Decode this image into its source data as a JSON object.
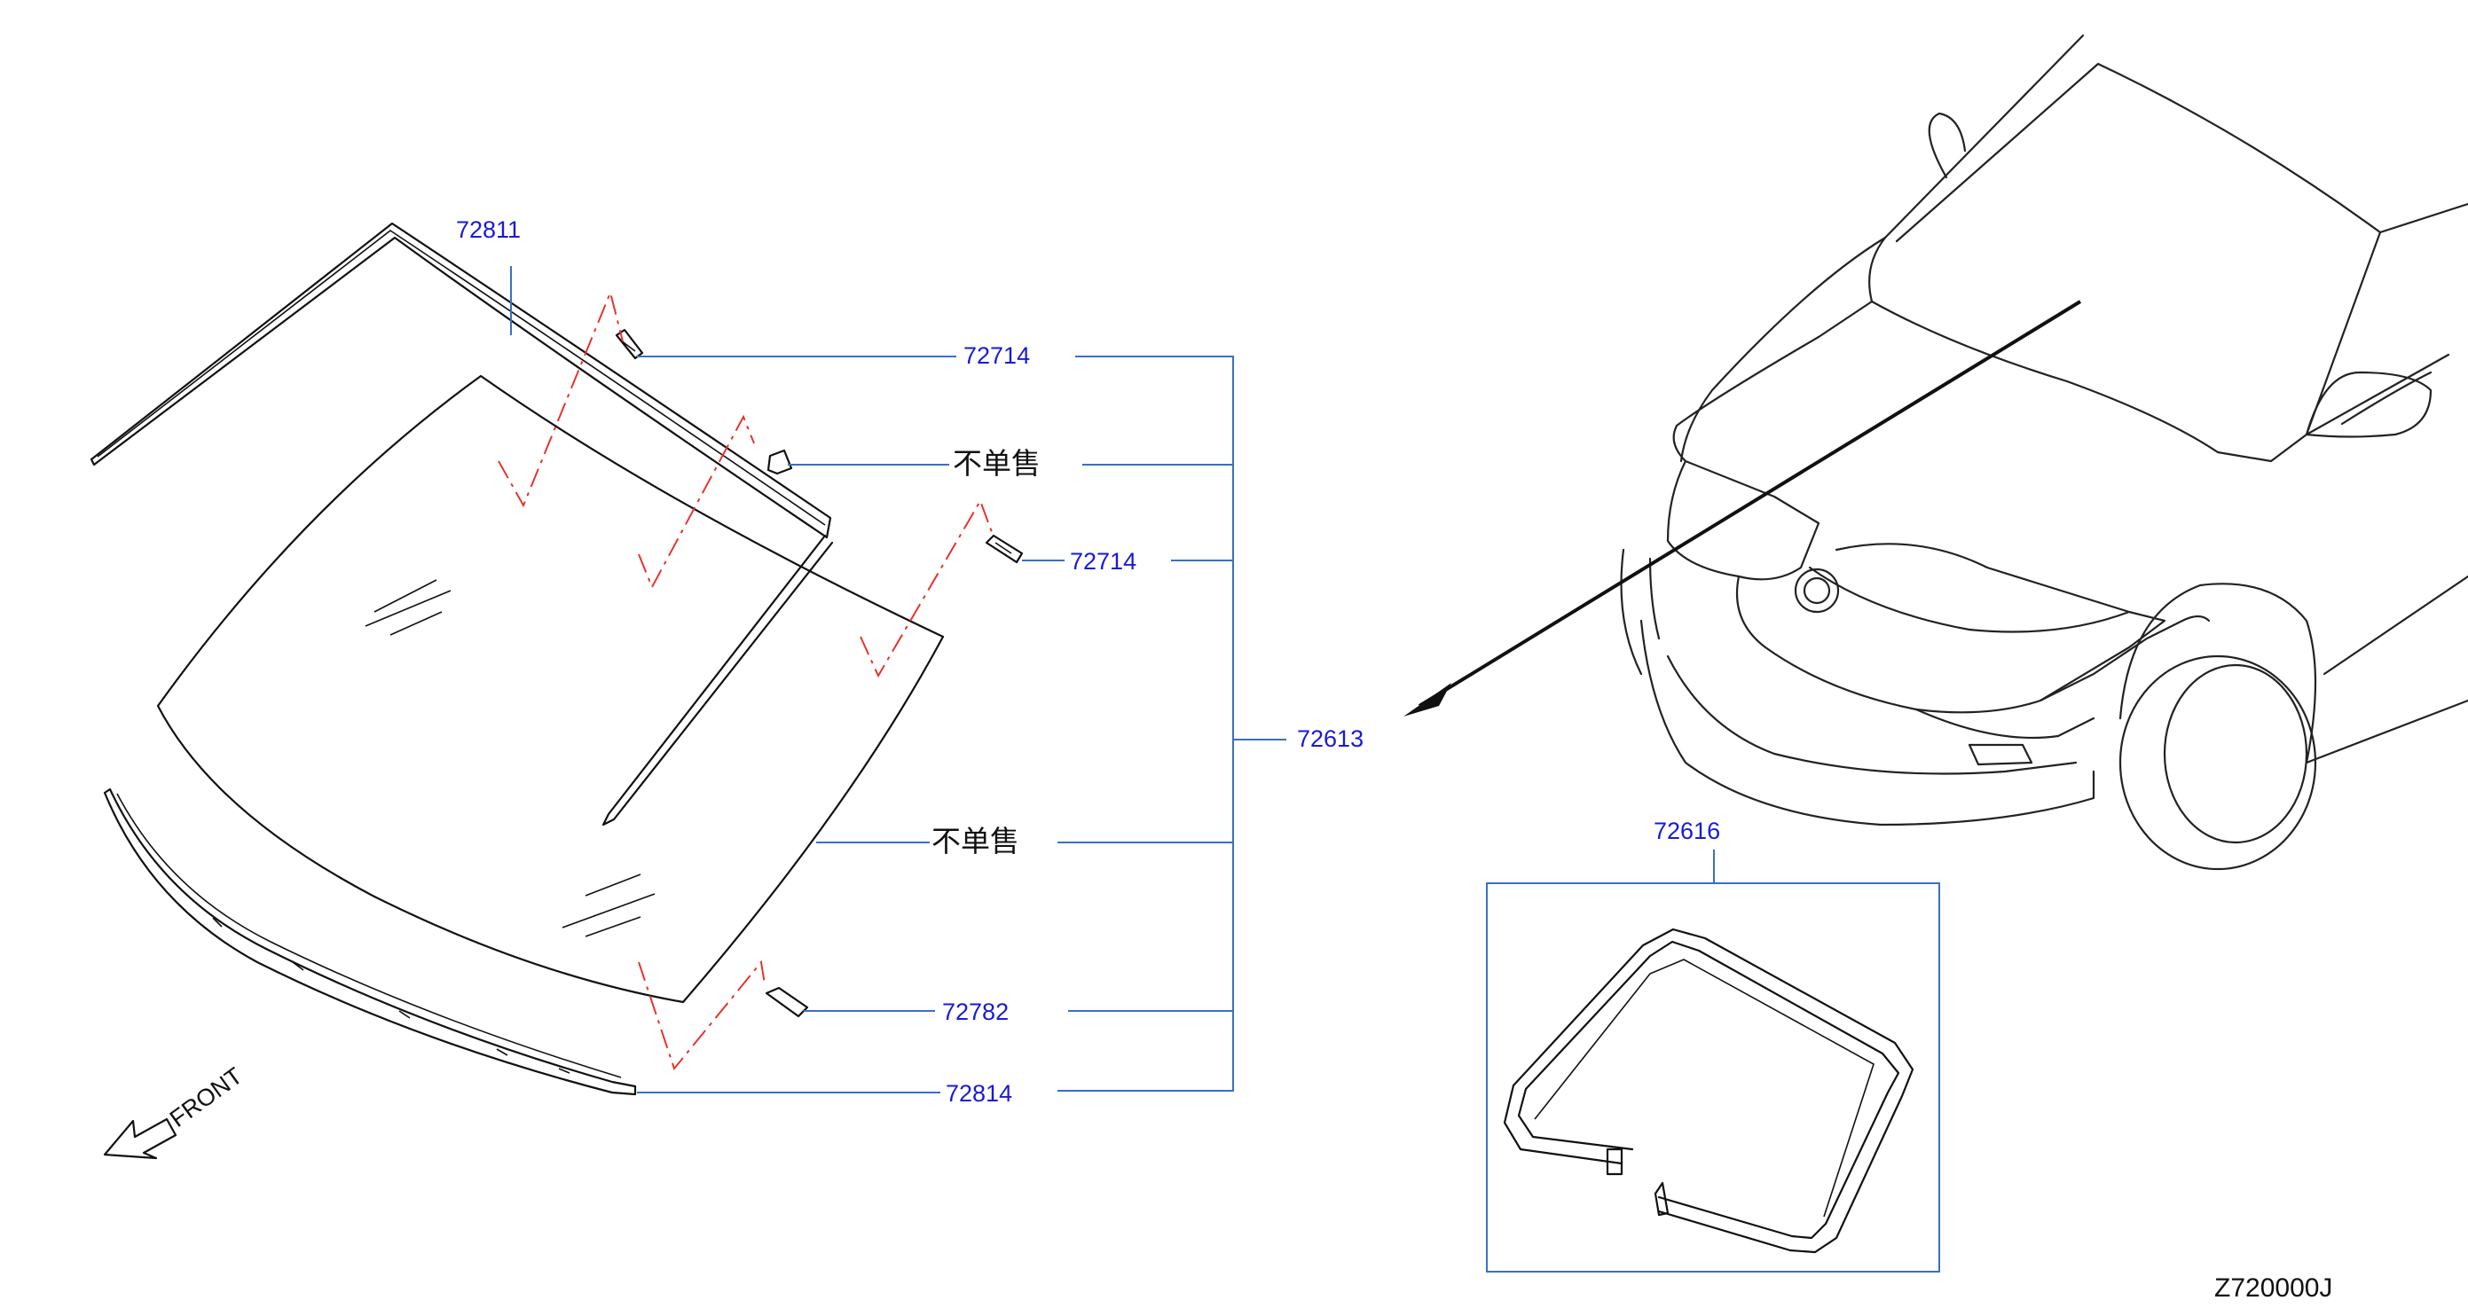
{
  "part_numbers": {
    "molding_upper": "72811",
    "clip_upper": "72714",
    "clip_side": "72714",
    "glass_assembly": "72613",
    "dam_rubber": "72782",
    "molding_lower": "72814",
    "sealant_kit": "72616"
  },
  "not_sold_separately": {
    "upper_clip": "不单售",
    "glass": "不单售"
  },
  "front_label": "FRONT",
  "drawing_number": "Z720000J",
  "colors": {
    "part_number_text": "#1a1ad6",
    "leader_lines": "#3a6fc4",
    "position_guides": "#e8322d",
    "line_art": "#111111"
  }
}
